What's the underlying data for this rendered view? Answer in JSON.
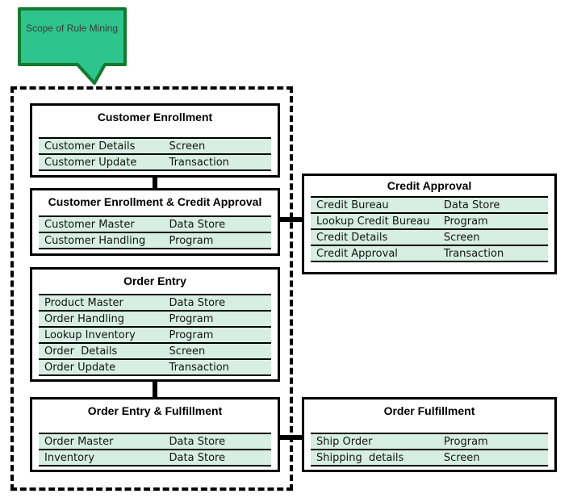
{
  "callout": {
    "text": "Scope of Rule Mining"
  },
  "colors": {
    "callout_fill": "#2ec48e",
    "callout_border": "#147a2e",
    "callout_text": "#3a3a3a",
    "row_fill": "#d7eee3"
  },
  "boxes": [
    {
      "title": "Customer Enrollment",
      "rows": [
        {
          "name": "Customer Details",
          "type": "Screen"
        },
        {
          "name": "Customer Update",
          "type": "Transaction"
        }
      ]
    },
    {
      "title": "Customer Enrollment & Credit Approval",
      "rows": [
        {
          "name": "Customer Master",
          "type": "Data Store"
        },
        {
          "name": "Customer Handling",
          "type": "Program"
        }
      ]
    },
    {
      "title": "Order Entry",
      "rows": [
        {
          "name": "Product Master",
          "type": "Data Store"
        },
        {
          "name": "Order Handling",
          "type": "Program"
        },
        {
          "name": "Lookup Inventory",
          "type": "Program"
        },
        {
          "name": "Order  Details",
          "type": "Screen"
        },
        {
          "name": "Order Update",
          "type": "Transaction"
        }
      ]
    },
    {
      "title": "Order Entry & Fulfillment",
      "rows": [
        {
          "name": "Order Master",
          "type": "Data Store"
        },
        {
          "name": "Inventory",
          "type": "Data Store"
        }
      ]
    },
    {
      "title": "Credit Approval",
      "rows": [
        {
          "name": "Credit Bureau",
          "type": "Data Store"
        },
        {
          "name": "Lookup Credit Bureau",
          "type": "Program"
        },
        {
          "name": "Credit Details",
          "type": "Screen"
        },
        {
          "name": "Credit Approval",
          "type": "Transaction"
        }
      ]
    },
    {
      "title": "Order Fulfillment",
      "rows": [
        {
          "name": "Ship Order",
          "type": "Program"
        },
        {
          "name": "Shipping  details",
          "type": "Screen"
        }
      ]
    }
  ]
}
